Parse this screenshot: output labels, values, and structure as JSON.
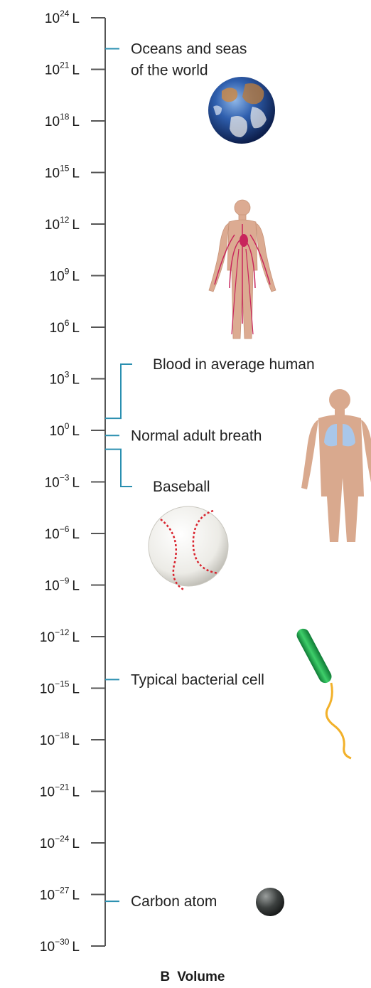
{
  "scale": {
    "base": "10",
    "unit": "L",
    "exponents": [
      24,
      21,
      18,
      15,
      12,
      9,
      6,
      3,
      0,
      -3,
      -6,
      -9,
      -12,
      -15,
      -18,
      -21,
      -24,
      -27,
      -30
    ]
  },
  "markers": [
    {
      "id": "oceans",
      "lines": [
        "Oceans and seas",
        "of the world"
      ],
      "exponent": 22.2
    },
    {
      "id": "blood",
      "lines": [
        "Blood in average human"
      ],
      "exponent": 0.7
    },
    {
      "id": "breath",
      "lines": [
        "Normal adult breath"
      ],
      "exponent": -0.3
    },
    {
      "id": "baseball",
      "lines": [
        "Baseball"
      ],
      "exponent": -1.1
    },
    {
      "id": "bacterial-cell",
      "lines": [
        "Typical bacterial cell"
      ],
      "exponent": -14.5
    },
    {
      "id": "carbon-atom",
      "lines": [
        "Carbon atom"
      ],
      "exponent": -27.4
    }
  ],
  "caption": {
    "letter": "B",
    "title": "Volume"
  },
  "colors": {
    "axis": "#555555",
    "marker": "#2a8fb0",
    "bacterium": "#1fa84a",
    "flagellum": "#f2b12a",
    "body": "#d9a98e",
    "blood": "#c8245c",
    "lungs": "#a9c7ea",
    "stitch": "#d9232e"
  },
  "icons": [
    "earth-icon",
    "circulatory-system-icon",
    "lungs-body-icon",
    "baseball-icon",
    "bacterium-icon",
    "carbon-atom-icon"
  ]
}
